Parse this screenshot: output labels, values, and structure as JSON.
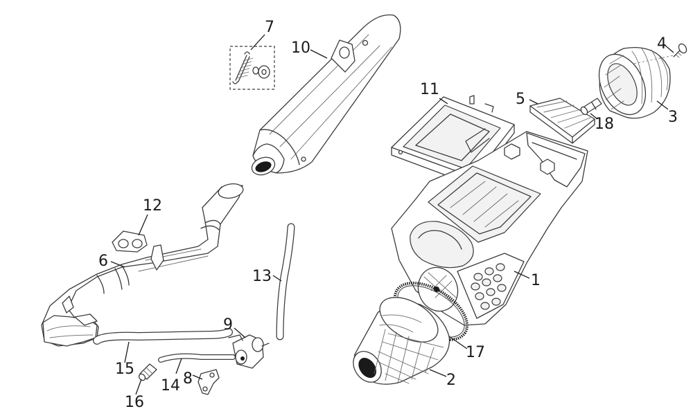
{
  "callouts": {
    "p1": "1",
    "p2": "2",
    "p3": "3",
    "p4": "4",
    "p5": "5",
    "p6": "6",
    "p7": "7",
    "p8": "8",
    "p9": "9",
    "p10": "10",
    "p11": "11",
    "p12": "12",
    "p13": "13",
    "p14": "14",
    "p15": "15",
    "p16": "16",
    "p17": "17",
    "p18": "18"
  }
}
